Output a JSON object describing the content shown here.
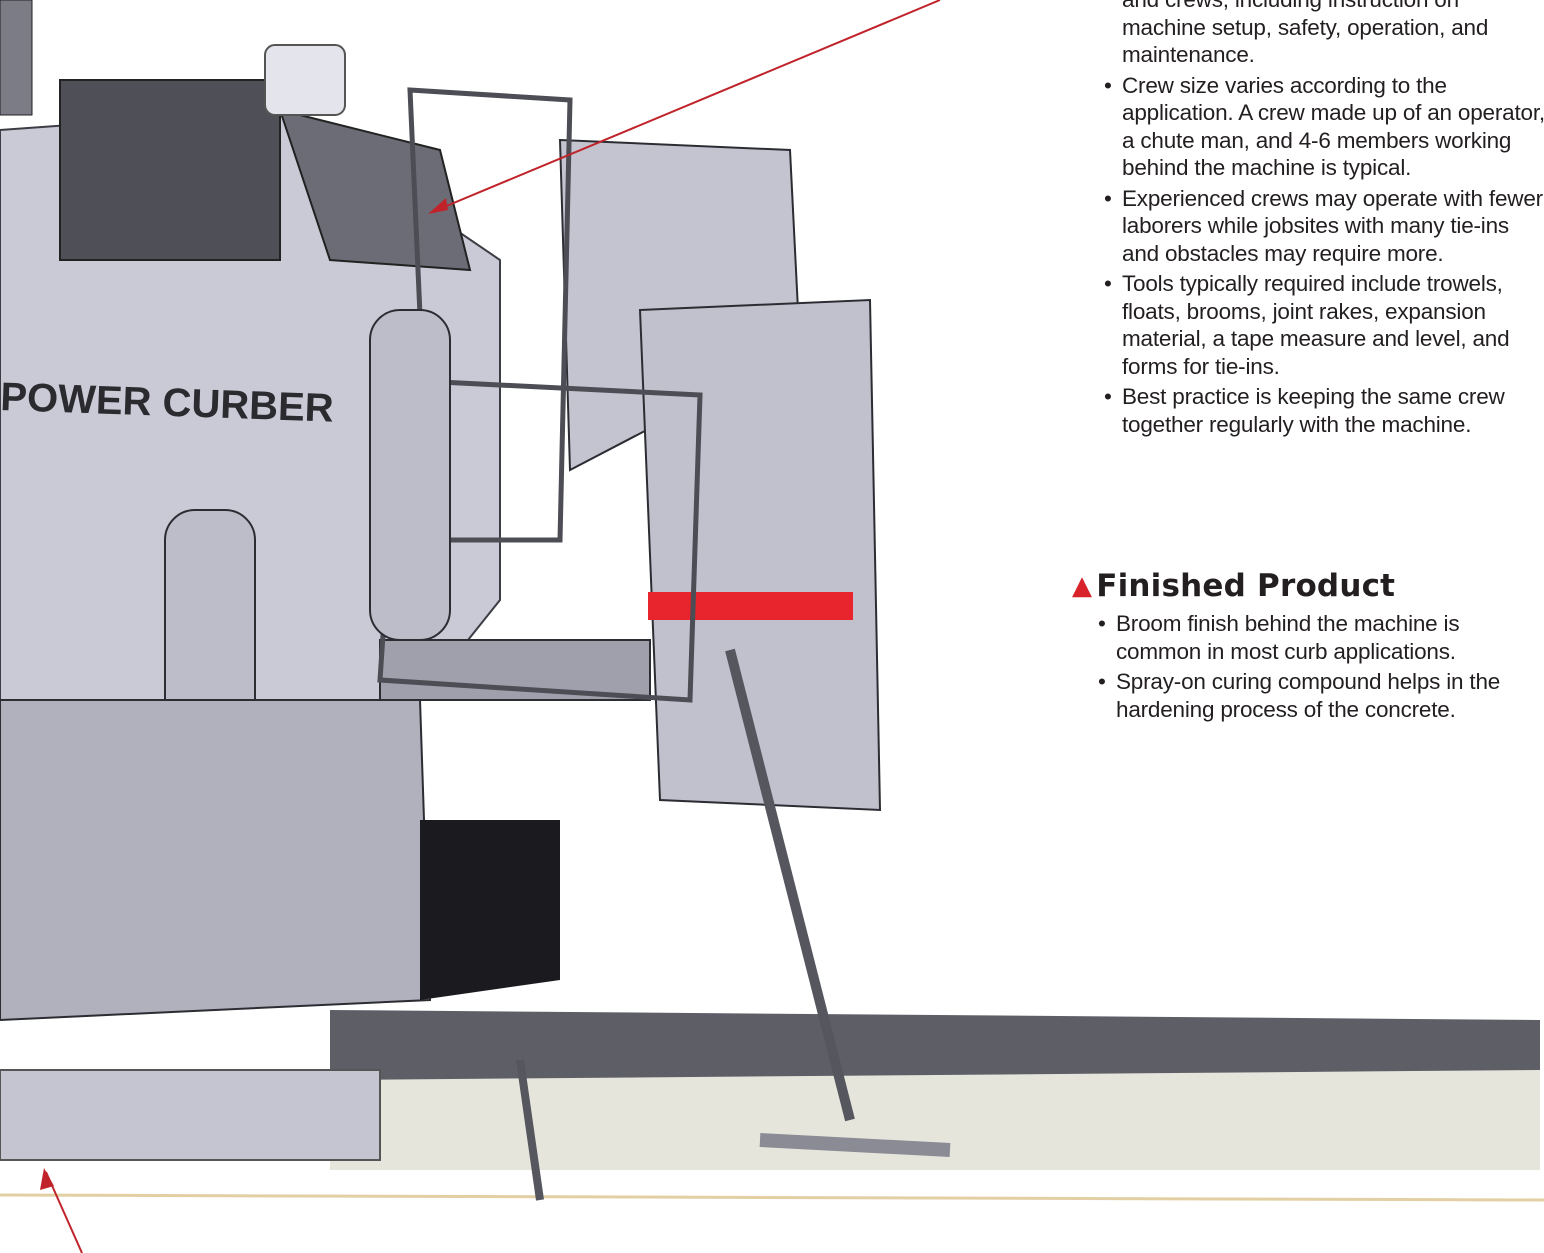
{
  "machine": {
    "brand_text": "POWER CURBER"
  },
  "crew": {
    "items": [
      {
        "text": "and crews, including instruction on machine setup, safety, operation, and maintenance.",
        "continued": true
      },
      {
        "text": "Crew size varies according to the application. A crew made up of an operator, a chute man, and 4-6 members working behind the machine is typical."
      },
      {
        "text": "Experienced crews may operate with fewer laborers while jobsites with many tie-ins and obstacles may require more."
      },
      {
        "text": "Tools typically required include trowels, floats, brooms, joint rakes, expansion material, a tape measure and level, and forms for tie-ins."
      },
      {
        "text": "Best practice is keeping the same crew together regularly with the machine."
      }
    ]
  },
  "finished_product": {
    "title": "Finished Product",
    "items": [
      "Broom finish behind the machine is common in most curb applications.",
      "Spray-on curing compound helps in the hardening process of the concrete."
    ]
  },
  "colors": {
    "accent": "#d8232a",
    "text": "#231f20",
    "machine": "#c9cad6",
    "machine_dark": "#6b6c76"
  }
}
